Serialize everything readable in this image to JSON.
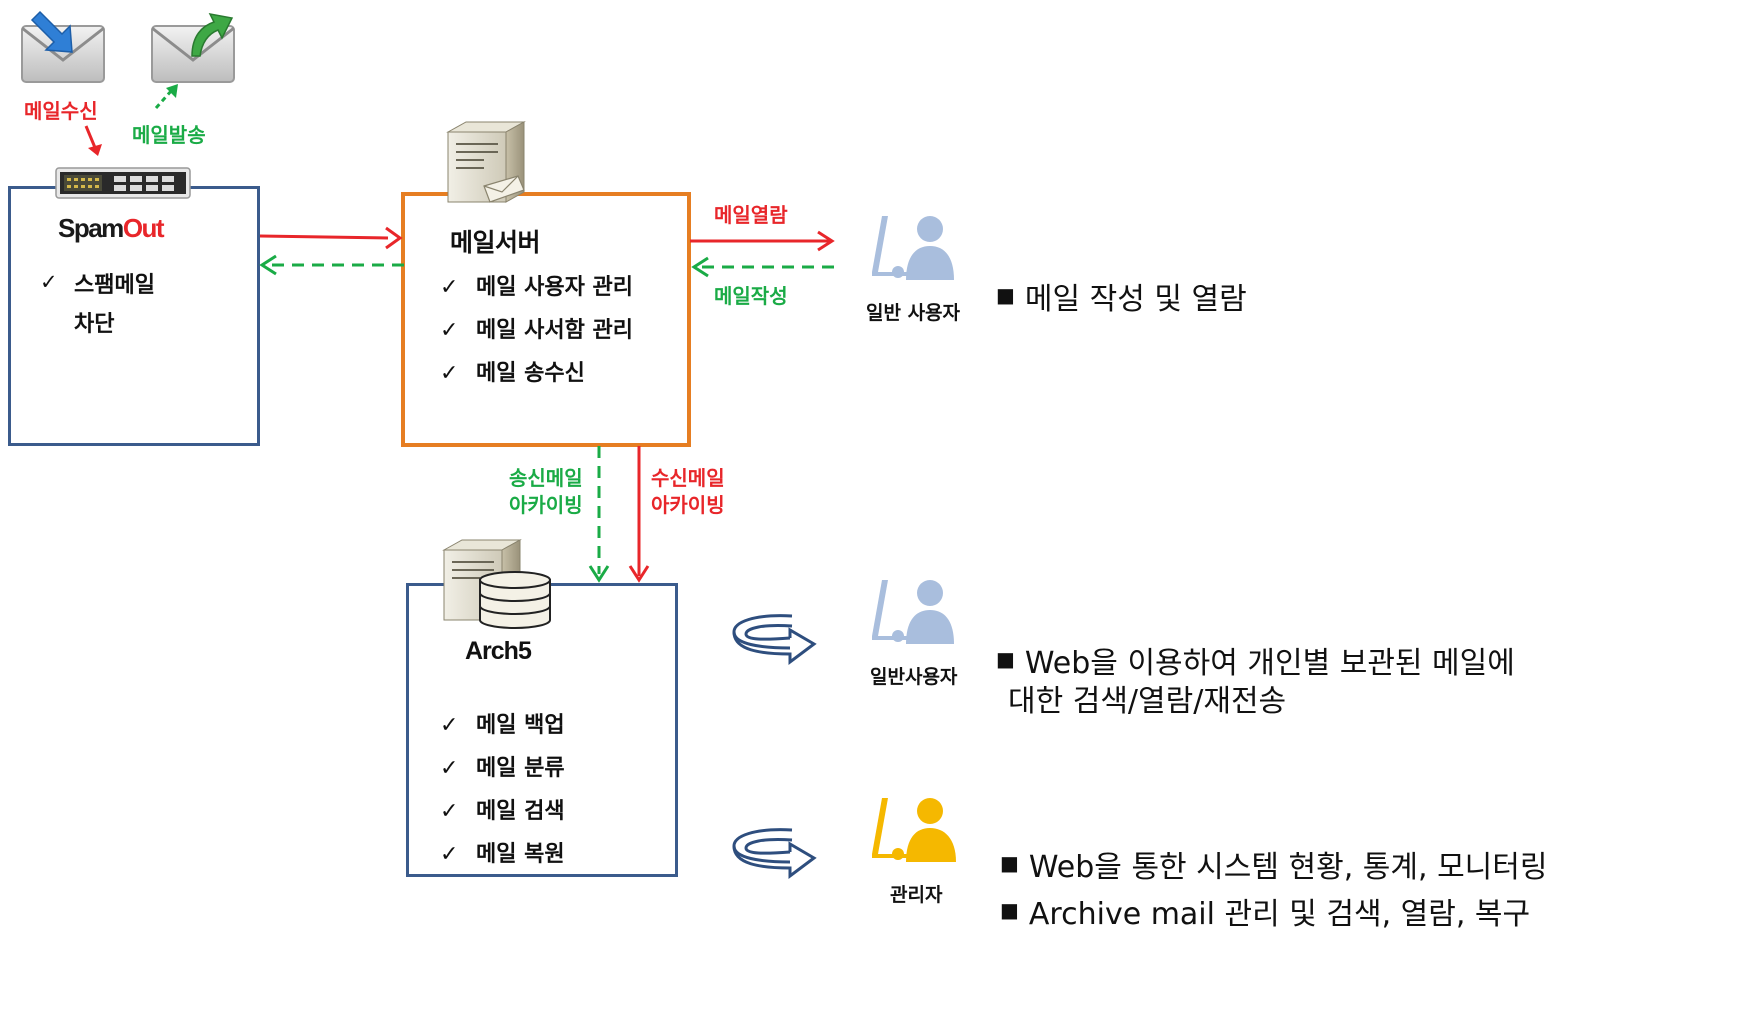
{
  "spamout": {
    "brand_1": "Spam",
    "brand_2": "Out",
    "items": [
      "스팸메일",
      "차단"
    ]
  },
  "mail_server": {
    "title": "메일서버",
    "items": [
      "메일 사용자 관리",
      "메일 사서함 관리",
      "메일 송수신"
    ]
  },
  "arch5": {
    "title": "Arch5",
    "items": [
      "메일 백업",
      "메일 분류",
      "메일 검색",
      "메일 복원"
    ]
  },
  "labels": {
    "receive": "메일수신",
    "send": "메일발송",
    "open": "메일열람",
    "compose": "메일작성",
    "archive_sent": [
      "송신메일",
      "아카이빙"
    ],
    "archive_received": [
      "수신메일",
      "아카이빙"
    ]
  },
  "users": {
    "general_1": "일반 사용자",
    "general_2": "일반사용자",
    "admin": "관리자"
  },
  "descriptions": {
    "general_1": "메일 작성 및 열람",
    "general_2": [
      "Web을 이용하여 개인별 보관된 메일에",
      "대한 검색/열람/재전송"
    ],
    "admin": [
      "Web을 통한 시스템 현황, 통계, 모니터링",
      "Archive mail 관리 및 검색, 열람, 복구"
    ]
  },
  "bullet_symbol": "■",
  "check_symbol": "✓",
  "colors": {
    "blue_box": "#3b5b8c",
    "orange_box": "#e67e22",
    "red": "#e8262a",
    "green": "#1aab46",
    "user_blue": "#a9bedd",
    "admin_yellow": "#f5b800"
  },
  "icons": [
    "envelope-receive-icon",
    "envelope-send-icon",
    "spam-appliance-icon",
    "server-icon",
    "database-server-icon",
    "user-icon",
    "admin-icon",
    "loop-arrow-icon"
  ]
}
